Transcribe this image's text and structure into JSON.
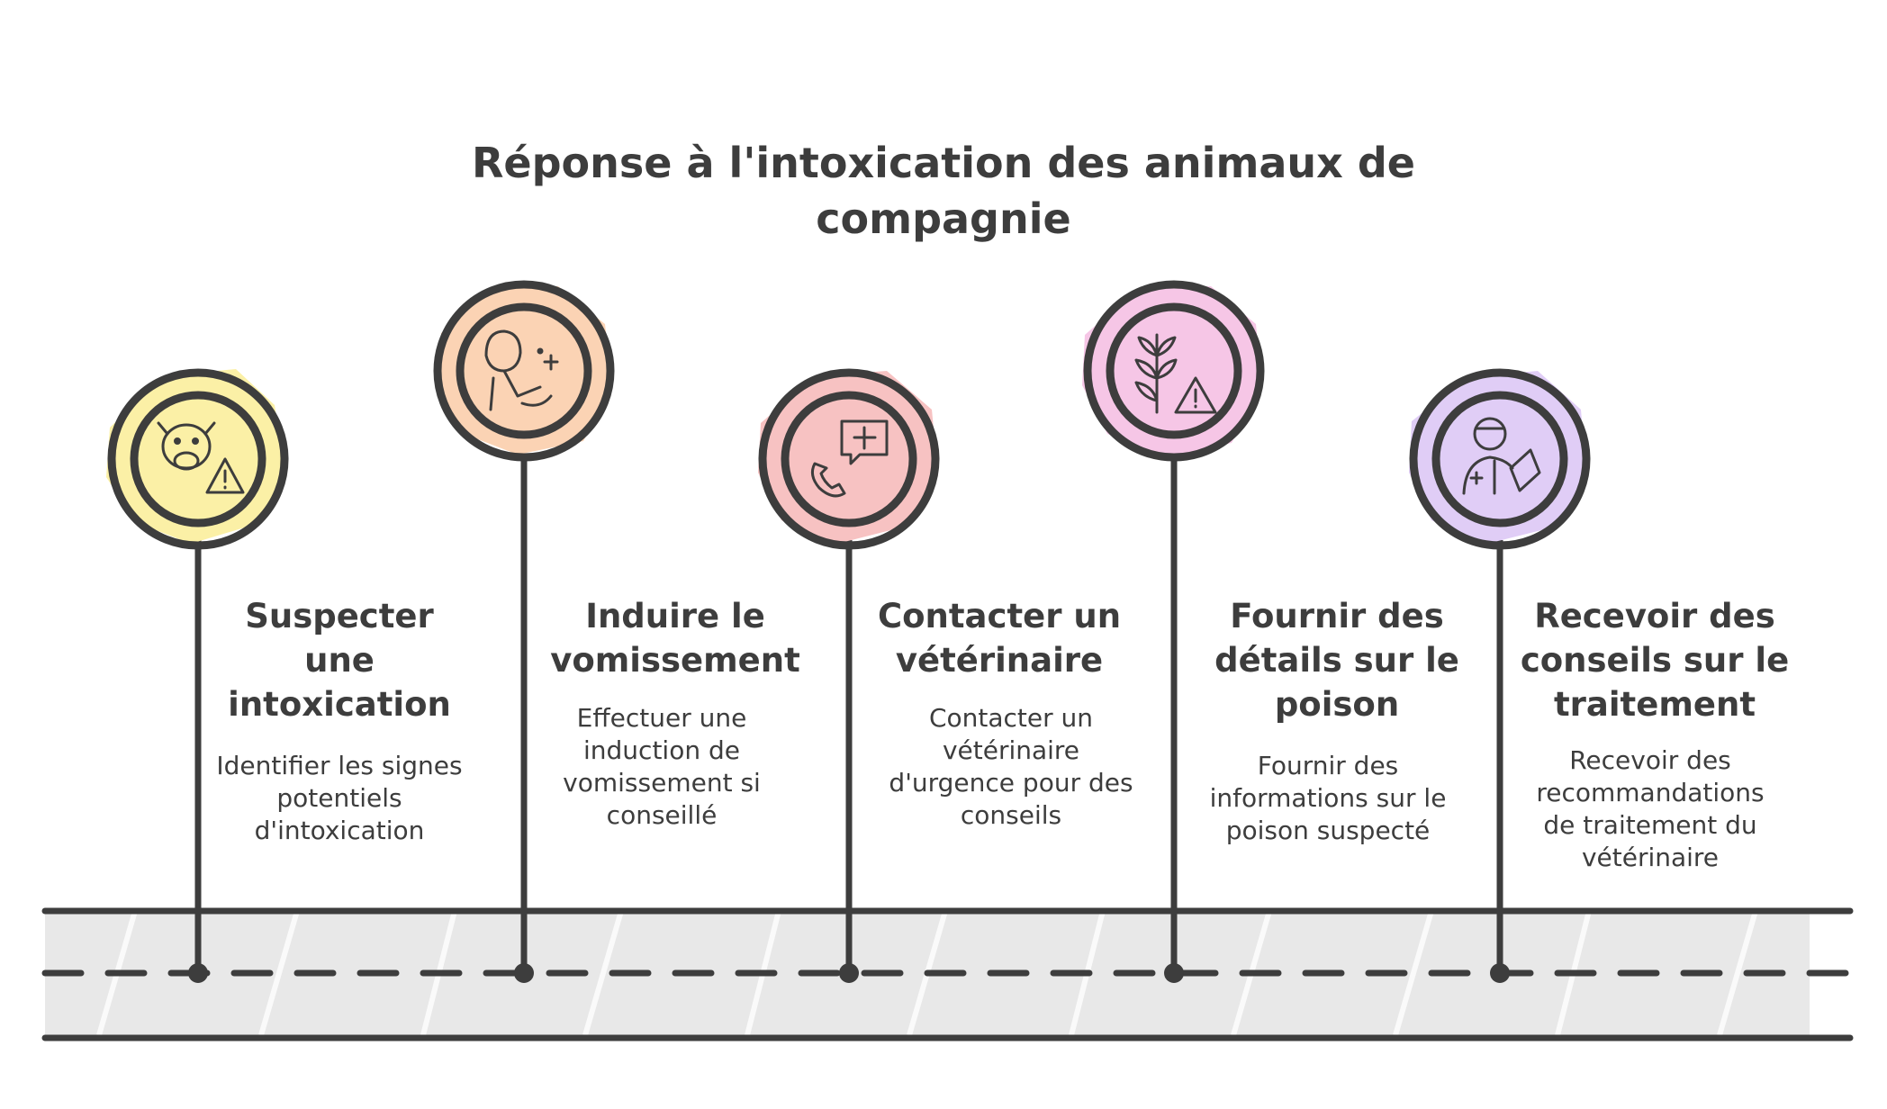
{
  "title": "Réponse à l'intoxication des animaux de compagnie",
  "colors": {
    "stroke": "#3d3d3d",
    "road": "#e8e8e8",
    "step_fills": [
      "#fbf0a6",
      "#fbd3b4",
      "#f7c2c2",
      "#f6c6e6",
      "#e0cdf6"
    ]
  },
  "steps": [
    {
      "title": "Suspecter une intoxication",
      "description": "Identifier les signes potentiels d'intoxication",
      "icon": "pet-warning-icon"
    },
    {
      "title": "Induire le vomissement",
      "description": "Effectuer une induction de vomissement si conseillé",
      "icon": "caregiver-icon"
    },
    {
      "title": "Contacter un vétérinaire",
      "description": "Contacter un vétérinaire d'urgence pour des conseils",
      "icon": "medical-call-icon"
    },
    {
      "title": "Fournir des détails sur le poison",
      "description": "Fournir des informations sur le poison suspecté",
      "icon": "plant-warning-icon"
    },
    {
      "title": "Recevoir des conseils sur le traitement",
      "description": "Recevoir des recommandations de traitement du vétérinaire",
      "icon": "doctor-icon"
    }
  ]
}
